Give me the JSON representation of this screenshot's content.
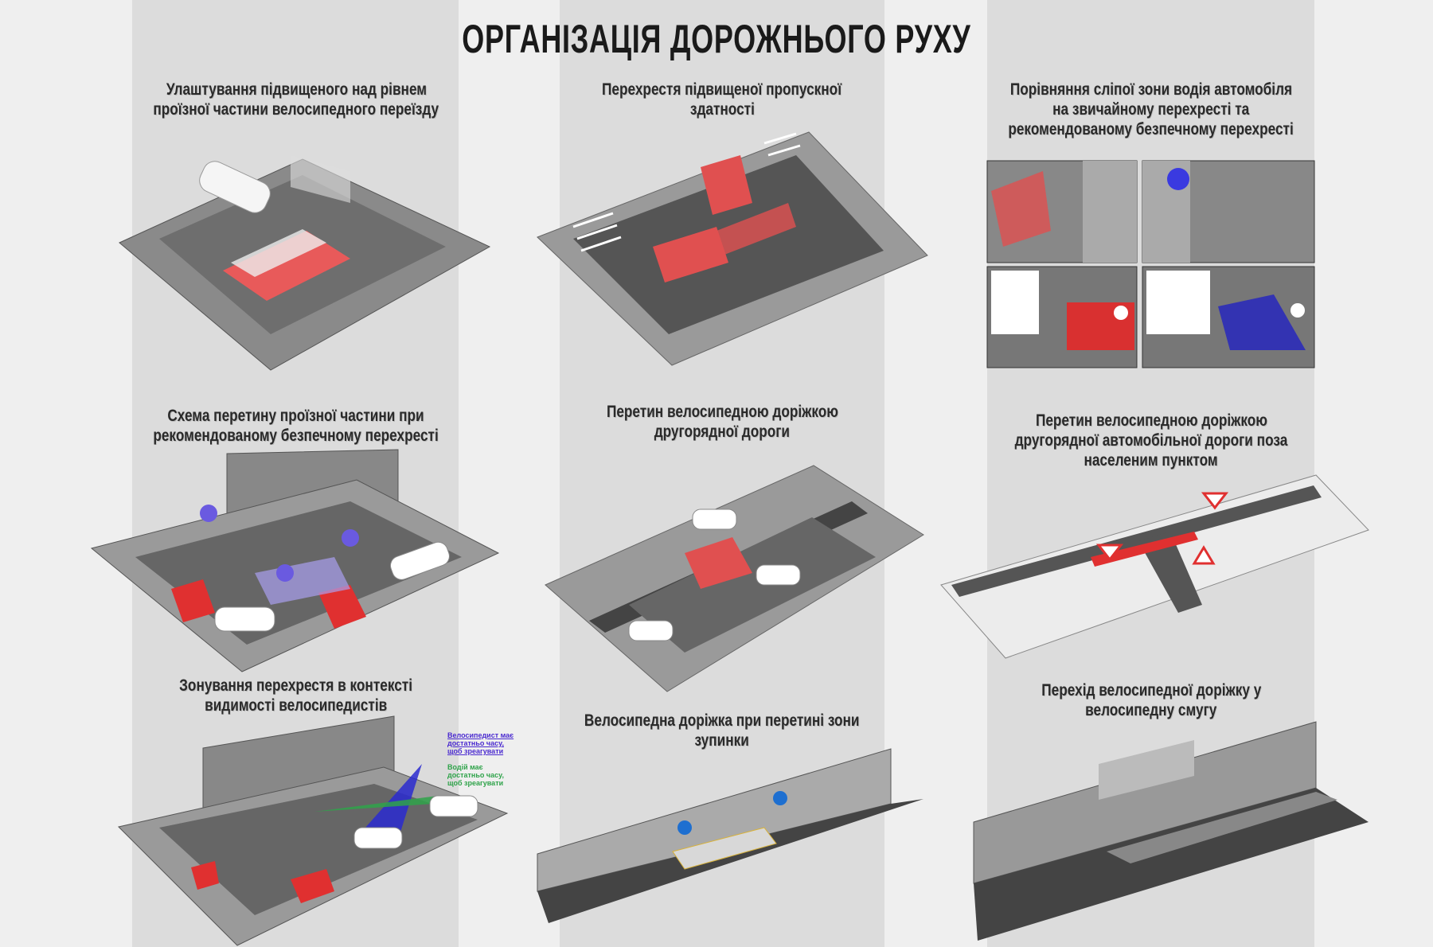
{
  "poster_title": "ОРГАНІЗАЦІЯ ДОРОЖНЬОГО РУХУ",
  "panels": [
    {
      "title_lines": [
        "Улаштування підвищеного над рівнем",
        "проїзної частини велосипедного переїзду"
      ]
    },
    {
      "title_lines": [
        "Перехрестя підвищеної пропускної",
        "здатності"
      ]
    },
    {
      "title_lines": [
        "Порівняння сліпої зони водія автомобіля",
        "на звичайному перехресті та",
        "рекомендованому безпечному перехресті"
      ]
    },
    {
      "title_lines": [
        "Схема перетину проїзної частини при",
        "рекомендованому безпечному перехресті"
      ]
    },
    {
      "title_lines": [
        "Перетин велосипедною доріжкою",
        "другорядної дороги"
      ]
    },
    {
      "title_lines": [
        "Перетин велосипедною доріжкою",
        "другорядної автомобільної дороги поза",
        "населеним пунктом"
      ]
    },
    {
      "title_lines": [
        "Зонування перехрестя в контексті",
        "видимості велосипедистів"
      ],
      "annotations": {
        "cyclist": "Велосипедист має достатньо часу, щоб зреагувати",
        "driver": "Водій має достатньо часу, щоб зреагувати"
      }
    },
    {
      "title_lines": [
        "Велосипедна доріжка при перетині зони",
        "зупинки"
      ]
    },
    {
      "title_lines": [
        "Перехід велосипедної доріжку у",
        "велосипедну смугу"
      ]
    }
  ],
  "colors": {
    "accent_red": "#e63a3a",
    "accent_blue": "#3a3ae0",
    "accent_green": "#2fa34a",
    "marking_yellow": "#d8b23a"
  }
}
